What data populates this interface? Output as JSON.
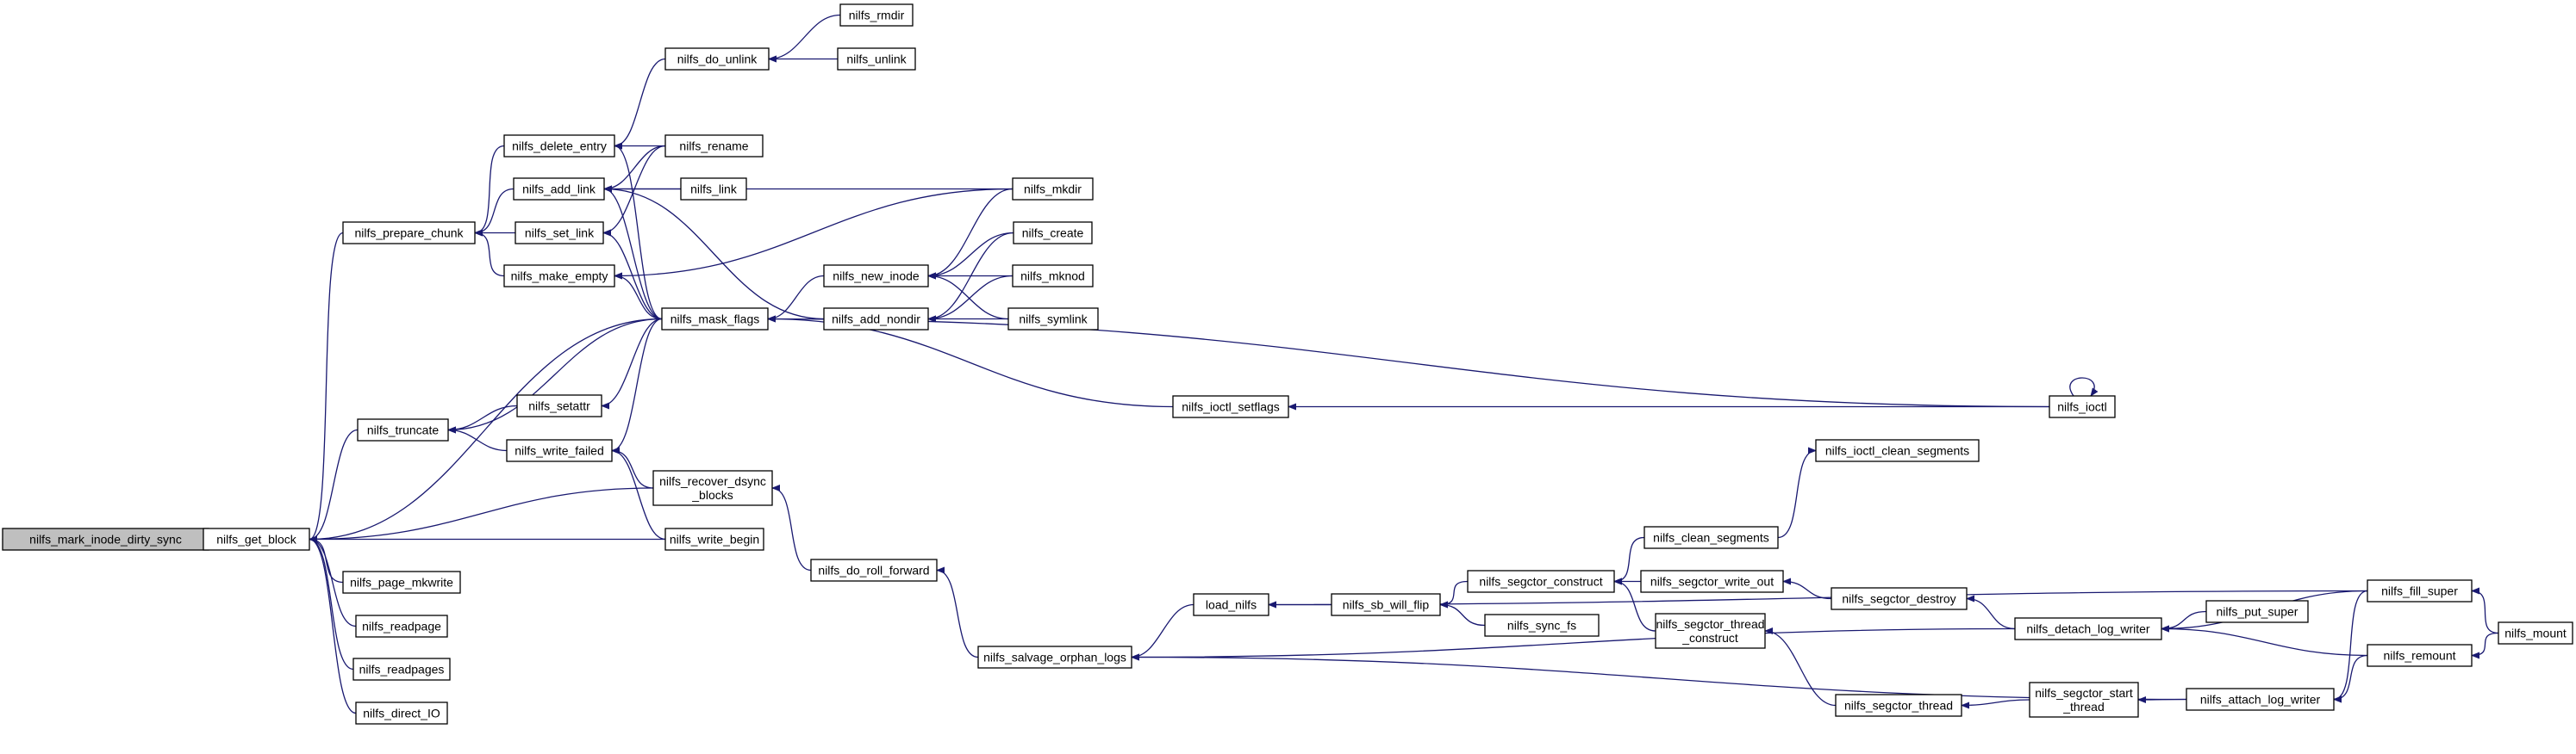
{
  "colors": {
    "edge": "#191970",
    "node_border": "#000000",
    "node_fill": "#ffffff",
    "root_fill": "#bfbfbf",
    "background": "#ffffff"
  },
  "nodes": [
    {
      "id": "mark_inode_dirty_sync",
      "lines": [
        "nilfs_mark_inode_dirty_sync"
      ],
      "root": true
    },
    {
      "id": "get_block",
      "lines": [
        "nilfs_get_block"
      ]
    },
    {
      "id": "prepare_chunk",
      "lines": [
        "nilfs_prepare_chunk"
      ]
    },
    {
      "id": "truncate",
      "lines": [
        "nilfs_truncate"
      ]
    },
    {
      "id": "page_mkwrite",
      "lines": [
        "nilfs_page_mkwrite"
      ]
    },
    {
      "id": "readpage",
      "lines": [
        "nilfs_readpage"
      ]
    },
    {
      "id": "readpages",
      "lines": [
        "nilfs_readpages"
      ]
    },
    {
      "id": "direct_io",
      "lines": [
        "nilfs_direct_IO"
      ]
    },
    {
      "id": "delete_entry",
      "lines": [
        "nilfs_delete_entry"
      ]
    },
    {
      "id": "add_link",
      "lines": [
        "nilfs_add_link"
      ]
    },
    {
      "id": "set_link",
      "lines": [
        "nilfs_set_link"
      ]
    },
    {
      "id": "make_empty",
      "lines": [
        "nilfs_make_empty"
      ]
    },
    {
      "id": "setattr",
      "lines": [
        "nilfs_setattr"
      ]
    },
    {
      "id": "write_failed",
      "lines": [
        "nilfs_write_failed"
      ]
    },
    {
      "id": "do_unlink",
      "lines": [
        "nilfs_do_unlink"
      ]
    },
    {
      "id": "rmdir",
      "lines": [
        "nilfs_rmdir"
      ]
    },
    {
      "id": "unlink",
      "lines": [
        "nilfs_unlink"
      ]
    },
    {
      "id": "rename",
      "lines": [
        "nilfs_rename"
      ]
    },
    {
      "id": "link",
      "lines": [
        "nilfs_link"
      ]
    },
    {
      "id": "mask_flags",
      "lines": [
        "nilfs_mask_flags"
      ]
    },
    {
      "id": "recover_dsync",
      "lines": [
        "nilfs_recover_dsync",
        "_blocks"
      ]
    },
    {
      "id": "write_begin",
      "lines": [
        "nilfs_write_begin"
      ]
    },
    {
      "id": "new_inode",
      "lines": [
        "nilfs_new_inode"
      ]
    },
    {
      "id": "add_nondir",
      "lines": [
        "nilfs_add_nondir"
      ]
    },
    {
      "id": "mkdir",
      "lines": [
        "nilfs_mkdir"
      ]
    },
    {
      "id": "create",
      "lines": [
        "nilfs_create"
      ]
    },
    {
      "id": "mknod",
      "lines": [
        "nilfs_mknod"
      ]
    },
    {
      "id": "symlink",
      "lines": [
        "nilfs_symlink"
      ]
    },
    {
      "id": "ioctl_setflags",
      "lines": [
        "nilfs_ioctl_setflags"
      ]
    },
    {
      "id": "ioctl",
      "lines": [
        "nilfs_ioctl"
      ]
    },
    {
      "id": "ioctl_clean_segments",
      "lines": [
        "nilfs_ioctl_clean_segments"
      ]
    },
    {
      "id": "clean_segments",
      "lines": [
        "nilfs_clean_segments"
      ]
    },
    {
      "id": "do_roll_forward",
      "lines": [
        "nilfs_do_roll_forward"
      ]
    },
    {
      "id": "salvage_orphan_logs",
      "lines": [
        "nilfs_salvage_orphan_logs"
      ]
    },
    {
      "id": "load_nilfs",
      "lines": [
        "load_nilfs"
      ]
    },
    {
      "id": "sb_will_flip",
      "lines": [
        "nilfs_sb_will_flip"
      ]
    },
    {
      "id": "segctor_construct",
      "lines": [
        "nilfs_segctor_construct"
      ]
    },
    {
      "id": "sync_fs",
      "lines": [
        "nilfs_sync_fs"
      ]
    },
    {
      "id": "segctor_write_out",
      "lines": [
        "nilfs_segctor_write_out"
      ]
    },
    {
      "id": "segctor_thread_construct",
      "lines": [
        "nilfs_segctor_thread",
        "_construct"
      ]
    },
    {
      "id": "segctor_destroy",
      "lines": [
        "nilfs_segctor_destroy"
      ]
    },
    {
      "id": "segctor_thread",
      "lines": [
        "nilfs_segctor_thread"
      ]
    },
    {
      "id": "detach_log_writer",
      "lines": [
        "nilfs_detach_log_writer"
      ]
    },
    {
      "id": "segctor_start_thread",
      "lines": [
        "nilfs_segctor_start",
        "_thread"
      ]
    },
    {
      "id": "attach_log_writer",
      "lines": [
        "nilfs_attach_log_writer"
      ]
    },
    {
      "id": "put_super",
      "lines": [
        "nilfs_put_super"
      ]
    },
    {
      "id": "fill_super",
      "lines": [
        "nilfs_fill_super"
      ]
    },
    {
      "id": "remount",
      "lines": [
        "nilfs_remount"
      ]
    },
    {
      "id": "mount",
      "lines": [
        "nilfs_mount"
      ]
    }
  ],
  "edges": [
    [
      "get_block",
      "mark_inode_dirty_sync"
    ],
    [
      "prepare_chunk",
      "get_block"
    ],
    [
      "truncate",
      "get_block"
    ],
    [
      "page_mkwrite",
      "get_block"
    ],
    [
      "readpage",
      "get_block"
    ],
    [
      "readpages",
      "get_block"
    ],
    [
      "direct_io",
      "get_block"
    ],
    [
      "mask_flags",
      "get_block"
    ],
    [
      "recover_dsync",
      "get_block"
    ],
    [
      "write_begin",
      "get_block"
    ],
    [
      "delete_entry",
      "prepare_chunk"
    ],
    [
      "add_link",
      "prepare_chunk"
    ],
    [
      "set_link",
      "prepare_chunk"
    ],
    [
      "make_empty",
      "prepare_chunk"
    ],
    [
      "setattr",
      "truncate"
    ],
    [
      "write_failed",
      "truncate"
    ],
    [
      "mask_flags",
      "truncate"
    ],
    [
      "do_unlink",
      "delete_entry"
    ],
    [
      "rename",
      "delete_entry"
    ],
    [
      "mask_flags",
      "delete_entry"
    ],
    [
      "rmdir",
      "do_unlink"
    ],
    [
      "unlink",
      "do_unlink"
    ],
    [
      "rename",
      "add_link"
    ],
    [
      "link",
      "add_link"
    ],
    [
      "mkdir",
      "add_link"
    ],
    [
      "add_nondir",
      "add_link"
    ],
    [
      "mask_flags",
      "add_link"
    ],
    [
      "rename",
      "set_link"
    ],
    [
      "mask_flags",
      "set_link"
    ],
    [
      "mkdir",
      "make_empty"
    ],
    [
      "mask_flags",
      "make_empty"
    ],
    [
      "mask_flags",
      "setattr"
    ],
    [
      "mask_flags",
      "write_failed"
    ],
    [
      "recover_dsync",
      "write_failed"
    ],
    [
      "write_begin",
      "write_failed"
    ],
    [
      "do_roll_forward",
      "recover_dsync"
    ],
    [
      "new_inode",
      "mask_flags"
    ],
    [
      "ioctl_setflags",
      "mask_flags"
    ],
    [
      "ioctl",
      "mask_flags"
    ],
    [
      "mkdir",
      "new_inode"
    ],
    [
      "create",
      "new_inode"
    ],
    [
      "mknod",
      "new_inode"
    ],
    [
      "symlink",
      "new_inode"
    ],
    [
      "create",
      "add_nondir"
    ],
    [
      "mknod",
      "add_nondir"
    ],
    [
      "symlink",
      "add_nondir"
    ],
    [
      "ioctl",
      "ioctl_setflags"
    ],
    [
      "ioctl",
      "ioctl"
    ],
    [
      "clean_segments",
      "ioctl_clean_segments"
    ],
    [
      "salvage_orphan_logs",
      "do_roll_forward"
    ],
    [
      "load_nilfs",
      "salvage_orphan_logs"
    ],
    [
      "detach_log_writer",
      "salvage_orphan_logs"
    ],
    [
      "attach_log_writer",
      "salvage_orphan_logs"
    ],
    [
      "sb_will_flip",
      "load_nilfs"
    ],
    [
      "fill_super",
      "load_nilfs"
    ],
    [
      "segctor_construct",
      "sb_will_flip"
    ],
    [
      "sync_fs",
      "sb_will_flip"
    ],
    [
      "clean_segments",
      "segctor_construct"
    ],
    [
      "segctor_write_out",
      "segctor_construct"
    ],
    [
      "segctor_thread_construct",
      "segctor_construct"
    ],
    [
      "segctor_destroy",
      "segctor_write_out"
    ],
    [
      "segctor_thread",
      "segctor_thread_construct"
    ],
    [
      "detach_log_writer",
      "segctor_destroy"
    ],
    [
      "segctor_start_thread",
      "segctor_thread"
    ],
    [
      "attach_log_writer",
      "segctor_start_thread"
    ],
    [
      "put_super",
      "detach_log_writer"
    ],
    [
      "fill_super",
      "detach_log_writer"
    ],
    [
      "remount",
      "detach_log_writer"
    ],
    [
      "remount",
      "attach_log_writer"
    ],
    [
      "fill_super",
      "attach_log_writer"
    ],
    [
      "mount",
      "fill_super"
    ],
    [
      "mount",
      "remount"
    ]
  ]
}
